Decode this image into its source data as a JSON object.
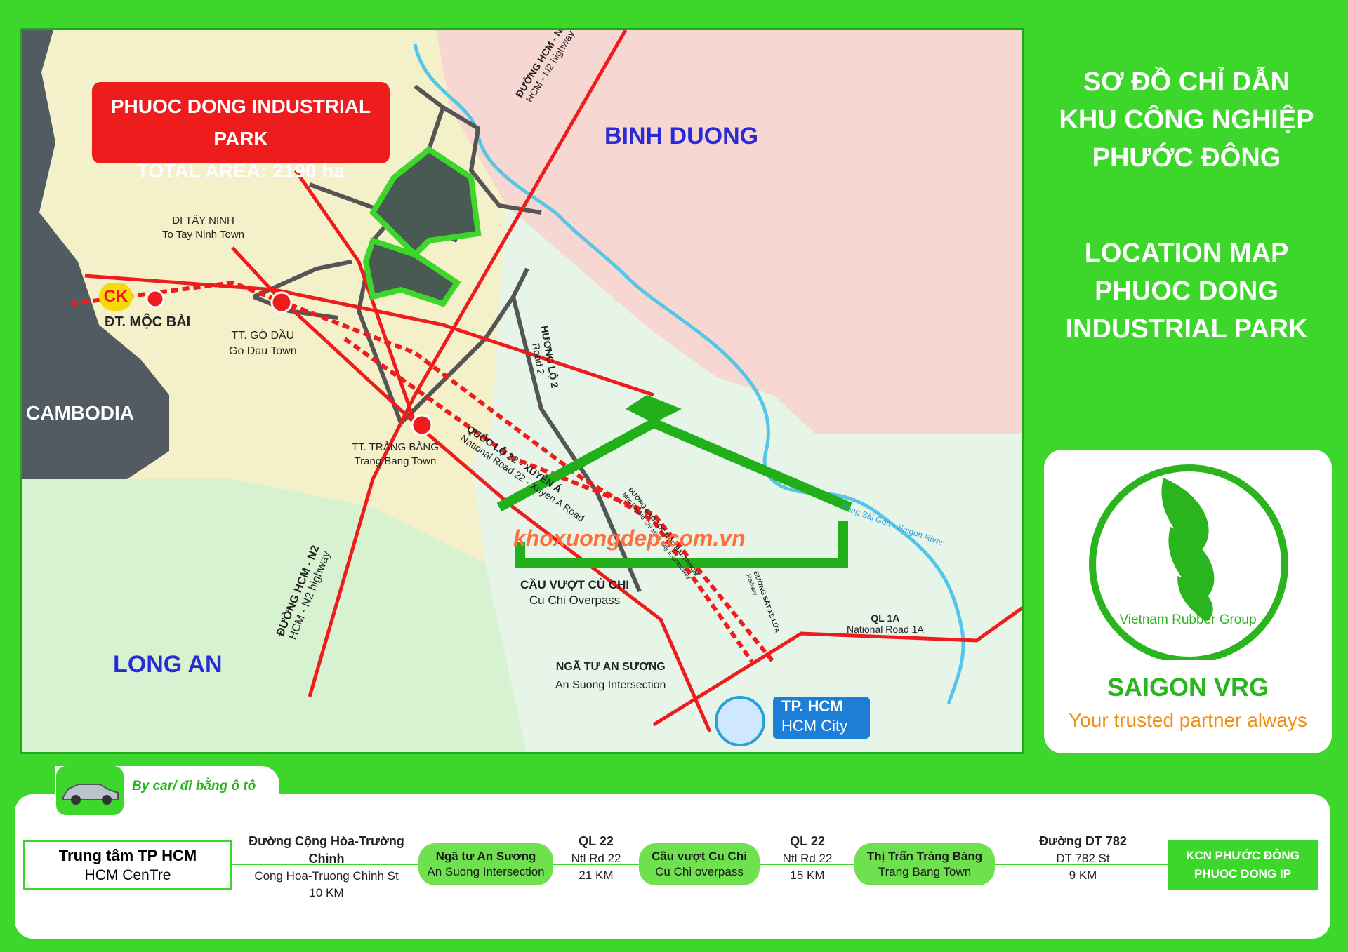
{
  "map": {
    "park_label": {
      "line1": "PHUOC DONG INDUSTRIAL PARK",
      "line2": "TOTAL AREA: 2190 ha"
    },
    "regions": {
      "binh_duong": "BINH DUONG",
      "long_an": "LONG AN",
      "cambodia": "CAMBODIA"
    },
    "places": {
      "tay_ninh_vi": "ĐI TÂY NINH",
      "tay_ninh_en": "To Tay Ninh Town",
      "go_dau_vi": "TT. GÒ DẦU",
      "go_dau_en": "Go Dau Town",
      "moc_bai": "ĐT. MỘC BÀI",
      "trang_bang_vi": "TT. TRẢNG BÀNG",
      "trang_bang_en": "Trang Bang Town",
      "cu_chi_vi": "CẦU VƯỢT CỦ CHI",
      "cu_chi_en": "Cu Chi Overpass",
      "an_suong_vi": "NGÃ TƯ AN SƯƠNG",
      "an_suong_en": "An Suong Intersection",
      "hcm_vi": "TP. HCM",
      "hcm_en": "HCM City"
    },
    "roads": {
      "hcm_n2_vi": "ĐƯỜNG HCM - N2",
      "hcm_n2_en": "HCM - N2 highway",
      "huong_lo2_vi": "HƯƠNG LỘ 2",
      "huong_lo2_en": "Road 2",
      "ql22_vi": "QUỐC LỘ 22 - XUYÊN Á",
      "ql22_en": "National Road 22 - Xuyen A Road",
      "ql1a_vi": "QL 1A",
      "ql1a_en": "National Road 1A",
      "expressway_vi": "ĐƯỜNG CAO TỐC MỘC BÀI-TP.HCM",
      "expressway_en": "Moc Bai-Ho Chi Minh City Expressway",
      "railway_vi": "ĐƯỜNG SẮT XE LỬA",
      "railway_en": "Railway",
      "river": "Sông Sài Gòn - Saigon River"
    },
    "border_gate": "CK",
    "watermark": "khoxuongdep.com.vn",
    "colors": {
      "road": "#ee1c1c",
      "river": "#55c6e8",
      "park": "#3dd62b",
      "region_text": "#2b2bd6"
    }
  },
  "title": {
    "vi": [
      "SƠ ĐỒ CHỈ DẪN",
      "KHU  CÔNG NGHIỆP",
      "PHƯỚC ĐÔNG"
    ],
    "en": [
      "LOCATION MAP",
      "PHUOC DONG",
      "INDUSTRIAL PARK"
    ]
  },
  "logo": {
    "group": "Vietnam Rubber Group",
    "brand": "SAIGON VRG",
    "tagline": "Your trusted partner always",
    "brand_color": "#2ab51e",
    "tagline_color": "#f28c0f"
  },
  "directions": {
    "mode": "By car/ đi bằng ô tô",
    "start": {
      "vi": "Trung tâm TP HCM",
      "en": "HCM CenTre"
    },
    "segments": [
      {
        "road_vi": "Đường Cộng Hòa-Trường Chinh",
        "road_en": "Cong Hoa-Truong Chinh St",
        "distance": "10 KM"
      },
      {
        "road_vi": "QL 22",
        "road_en": "Ntl Rd 22",
        "distance": "21 KM"
      },
      {
        "road_vi": "QL 22",
        "road_en": "Ntl Rd 22",
        "distance": "15 KM"
      },
      {
        "road_vi": "Đường DT 782",
        "road_en": "DT 782 St",
        "distance": "9 KM"
      }
    ],
    "waypoints": [
      {
        "vi": "Ngã tư An Sương",
        "en": "An Suong Intersection"
      },
      {
        "vi": "Cầu vượt Cu Chi",
        "en": "Cu Chi overpass"
      },
      {
        "vi": "Thị Trấn Trảng Bàng",
        "en": "Trang Bang Town"
      }
    ],
    "end": {
      "vi": "KCN PHƯỚC ĐÔNG",
      "en": "PHUOC DONG IP"
    }
  }
}
